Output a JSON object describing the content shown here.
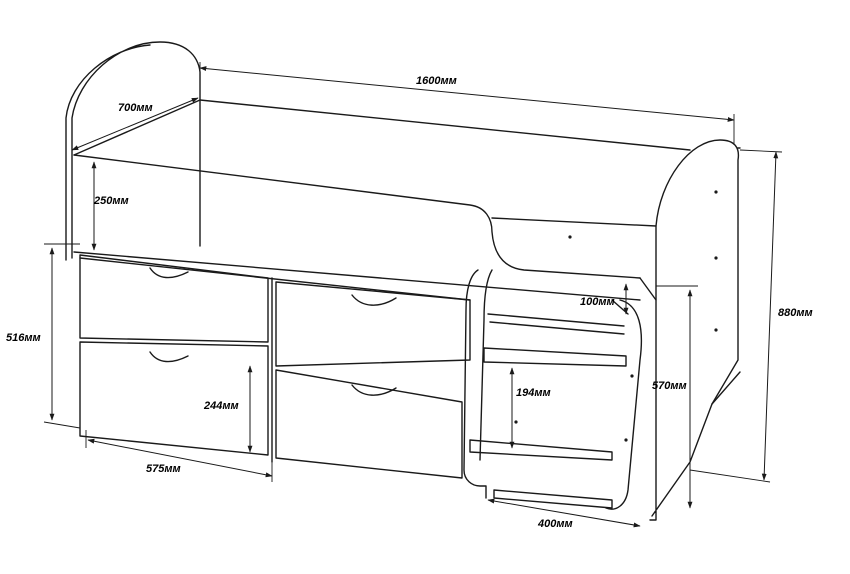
{
  "diagram": {
    "dimensions": {
      "length": "1600мм",
      "depth": "700мм",
      "rail_height": "250мм",
      "drawer_block_height": "516мм",
      "drawer_height": "244мм",
      "drawer_width": "575мм",
      "step_top_gap": "100мм",
      "step_spacing": "194мм",
      "ladder_height": "570мм",
      "ladder_width": "400мм",
      "total_height": "880мм"
    },
    "colors": {
      "line": "#1a1a1a",
      "background": "#ffffff"
    }
  }
}
